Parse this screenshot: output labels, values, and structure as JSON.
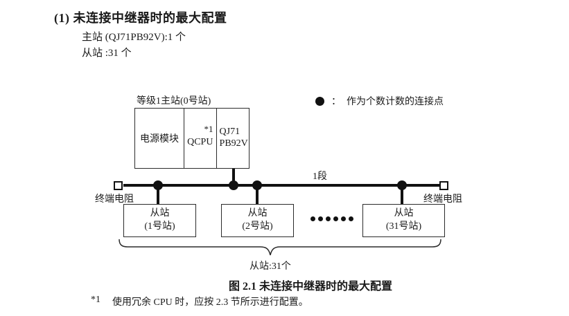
{
  "header": {
    "title": "(1) 未连接中继器时的最大配置",
    "master_line": "主站 (QJ71PB92V):1 个",
    "slave_line": "从站 :31 个"
  },
  "diagram": {
    "master_label": "等级1主站(0号站)",
    "master_cells": {
      "power": "电源模块",
      "cpu": "QCPU",
      "cpu_note": "*1",
      "module_line1": "QJ71",
      "module_line2": "PB92V"
    },
    "legend": {
      "colon": "：",
      "text": "作为个数计数的连接点"
    },
    "segment_label": "1段",
    "terminator_left": "终端电阻",
    "terminator_right": "终端电阻",
    "slaves": [
      {
        "line1": "从站",
        "line2": "(1号站)"
      },
      {
        "line1": "从站",
        "line2": "(2号站)"
      },
      {
        "line1": "从站",
        "line2": "(31号站)"
      }
    ],
    "brace_label": "从站:31个"
  },
  "caption": "图 2.1 未连接中继器时的最大配置",
  "footnote": {
    "marker": "*1",
    "text": "使用冗余 CPU 时，应按 2.3 节所示进行配置。"
  },
  "colors": {
    "line": "#111111",
    "border": "#2a2a2a",
    "text": "#1a1a1a",
    "background": "#ffffff"
  }
}
